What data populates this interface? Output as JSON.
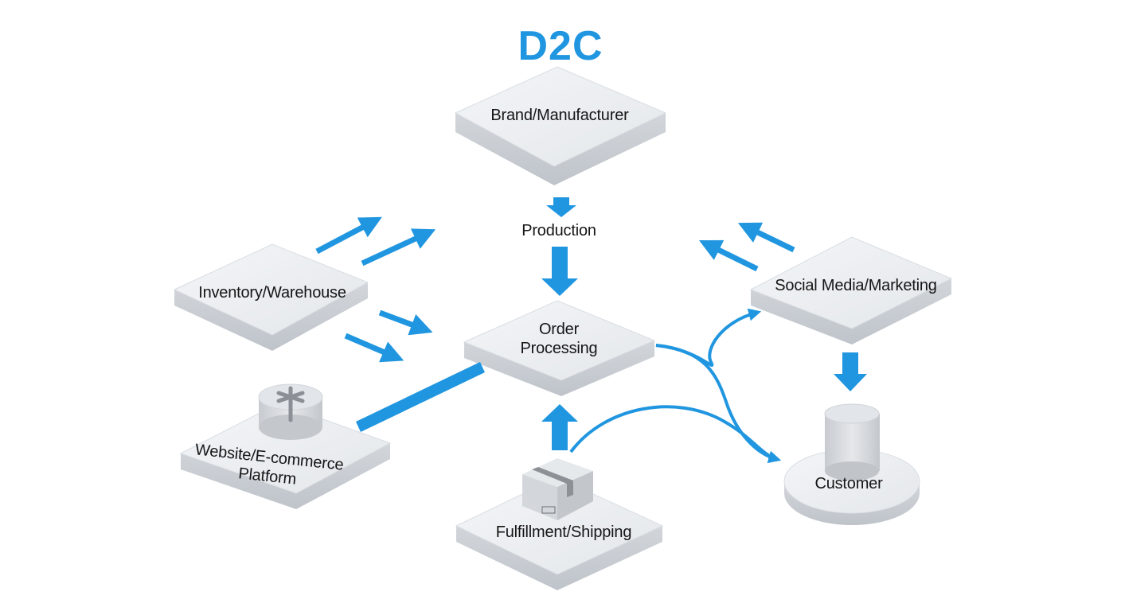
{
  "title": "D2C",
  "colors": {
    "accent": "#2196e0",
    "platform_top": "#e9ecf0",
    "platform_side": "#c9cdd3",
    "text": "#151515"
  },
  "nodes": {
    "brand": {
      "label": "Brand/Manufacturer"
    },
    "production": {
      "label": "Production"
    },
    "order": {
      "line1": "Order",
      "line2": "Processing"
    },
    "inventory": {
      "label": "Inventory/Warehouse"
    },
    "social": {
      "label": "Social Media/Marketing"
    },
    "website": {
      "line1": "Website/E-commerce",
      "line2": "Platform",
      "icon": "ecommerce-node-icon"
    },
    "fulfillment": {
      "label": "Fulfillment/Shipping",
      "icon": "package-box-icon"
    },
    "customer": {
      "label": "Customer",
      "icon": "cylinder-icon"
    }
  }
}
